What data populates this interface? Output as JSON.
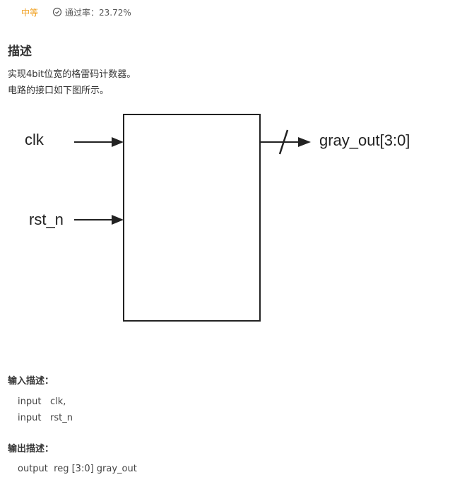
{
  "meta": {
    "difficulty": "中等",
    "pass_rate": "通过率：23.72%",
    "pass_rate_icon": "check-circle-icon"
  },
  "description": {
    "title": "描述",
    "lines": [
      "实现4bit位宽的格雷码计数器。",
      "电路的接口如下图所示。"
    ]
  },
  "diagram": {
    "inputs": [
      "clk",
      "rst_n"
    ],
    "output": "gray_out[3:0]"
  },
  "input_section": {
    "title": "输入描述：",
    "lines": [
      {
        "kw": "input",
        "sig": "clk,"
      },
      {
        "kw": "input",
        "sig": "rst_n"
      }
    ]
  },
  "output_section": {
    "title": "输出描述：",
    "lines": [
      {
        "kw": "output",
        "sig": "reg [3:0] gray_out"
      }
    ]
  },
  "colors": {
    "difficulty": "#f0a020",
    "text": "#333333"
  }
}
